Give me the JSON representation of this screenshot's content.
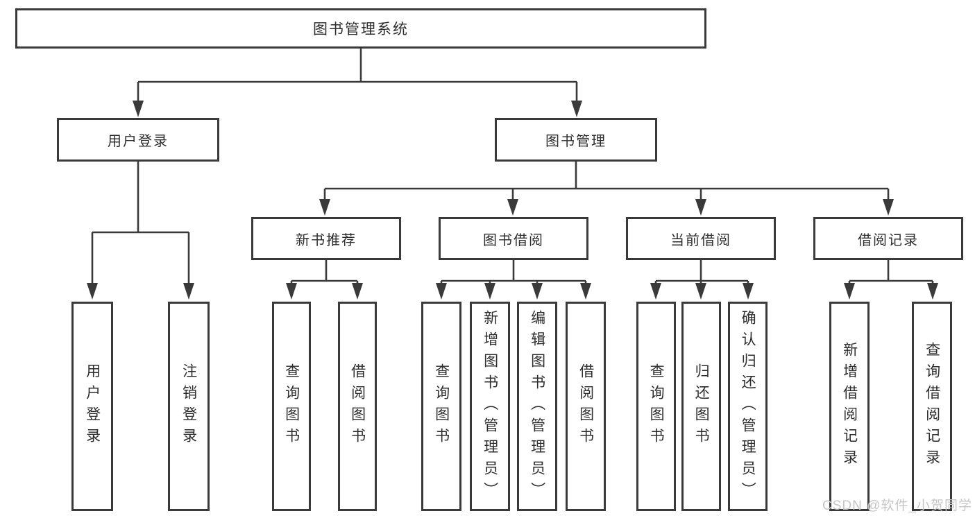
{
  "diagram": {
    "root": {
      "label": "图书管理系统"
    },
    "branches": [
      {
        "label": "用户登录",
        "children": [
          {
            "label": "用户登录"
          },
          {
            "label": "注销登录"
          }
        ]
      },
      {
        "label": "图书管理",
        "children": [
          {
            "label": "新书推荐",
            "children": [
              {
                "label": "查询图书"
              },
              {
                "label": "借阅图书"
              }
            ]
          },
          {
            "label": "图书借阅",
            "children": [
              {
                "label": "查询图书"
              },
              {
                "label": "新增图书（管理员）"
              },
              {
                "label": "编辑图书（管理员）"
              },
              {
                "label": "借阅图书"
              }
            ]
          },
          {
            "label": "当前借阅",
            "children": [
              {
                "label": "查询图书"
              },
              {
                "label": "归还图书"
              },
              {
                "label": "确认归还（管理员）"
              }
            ]
          },
          {
            "label": "借阅记录",
            "children": [
              {
                "label": "新增借阅记录"
              },
              {
                "label": "查询借阅记录"
              }
            ]
          }
        ]
      }
    ]
  },
  "watermark": {
    "text": "CSDN @软件_小贺同学"
  },
  "colors": {
    "line": "#3a3a3a",
    "box_border": "#3a3a3a",
    "text": "#2d2d2d",
    "watermark": "#c6c6c6",
    "background": "#ffffff"
  }
}
